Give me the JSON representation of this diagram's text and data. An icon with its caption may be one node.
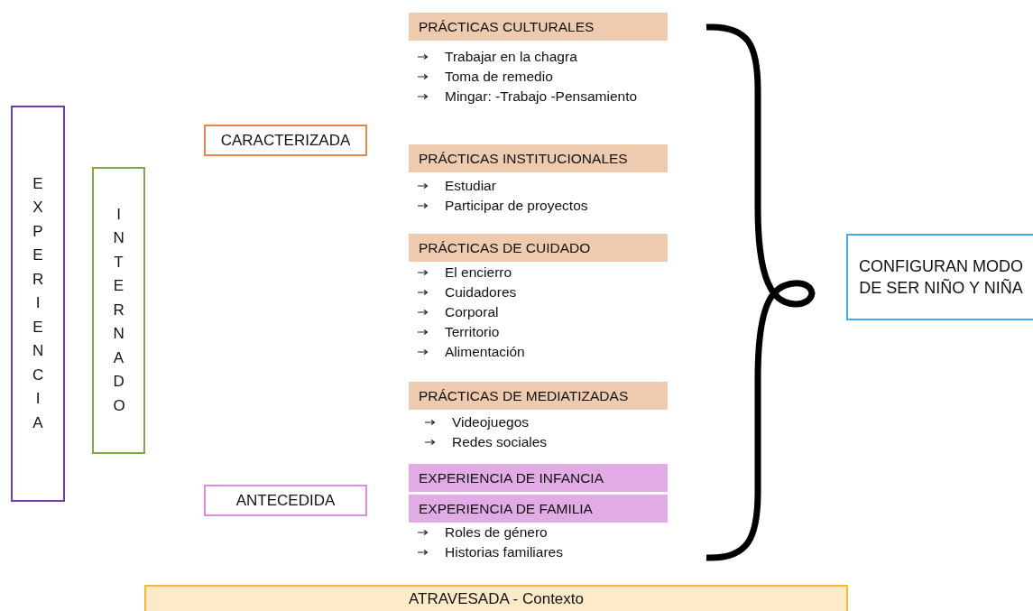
{
  "diagram": {
    "nodes": [
      {
        "text": [
          "EXPERIENCIA"
        ]
      },
      {
        "text": [
          "INTERNADO"
        ]
      },
      {
        "text": [
          "CARACTERIZADA"
        ]
      },
      {
        "text": [
          "ANTECEDIDA"
        ]
      },
      {
        "text": [
          "PRÁCTICAS CULTURALES"
        ],
        "beside": [
          "Trabajar en la chagra",
          "Toma de remedio",
          "Mingar: -Trabajo -Pensamiento"
        ]
      },
      {
        "text": [
          "PRÁCTICAS INSTITUCIONALES"
        ],
        "beside": [
          "Estudiar",
          "Participar de proyectos"
        ]
      },
      {
        "text": [
          "PRÁCTICAS DE CUIDADO"
        ],
        "beside": [
          "El encierro",
          "Cuidadores",
          "Corporal",
          "Territorio",
          "Alimentación"
        ]
      },
      {
        "text": [
          "PRÁCTICAS DE MEDIATIZADAS"
        ],
        "beside": [
          "Videojuegos",
          "Redes sociales"
        ]
      },
      {
        "text": [
          "EXPERIENCIA DE INFANCIA"
        ]
      },
      {
        "text": [
          "EXPERIENCIA DE FAMILIA"
        ],
        "beside": [
          "Roles de género",
          "Historias familiares"
        ]
      },
      {
        "text": [
          "CONFIGURAN MODO DE SER NIÑO Y NIÑA"
        ]
      },
      {
        "text": [
          "ATRAVESADA - Contexto"
        ]
      }
    ],
    "edges": []
  }
}
